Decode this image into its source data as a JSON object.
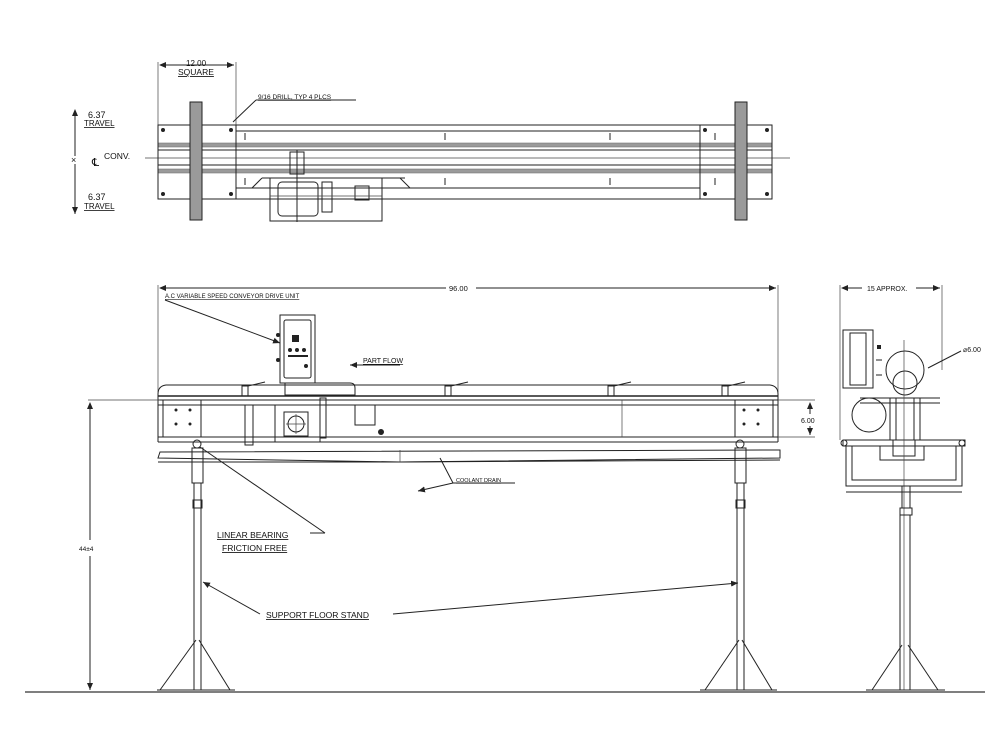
{
  "drawing": {
    "title": "AC Variable Speed Conveyor with Support Floor Stands",
    "views": [
      "top-view",
      "front-elevation",
      "end-view"
    ]
  },
  "top_view": {
    "dim_square_value": "12.00",
    "dim_square_label": "SQUARE",
    "drill_note": "9/16 DRILL, TYP 4 PLCS",
    "travel_top_value": "6.37",
    "travel_top_label": "TRAVEL",
    "travel_bottom_value": "6.37",
    "travel_bottom_label": "TRAVEL",
    "centerline_symbol": "℄",
    "centerline_label": "CONV."
  },
  "front_view": {
    "overall_length": "96.00",
    "drive_unit_label": "A.C VARIABLE SPEED CONVEYOR DRIVE UNIT",
    "part_flow_label": "PART FLOW",
    "belt_height_dim": "6.00",
    "coolant_drain_label": "COOLANT DRAIN",
    "height_dim": "44±4",
    "linear_bearing_line1": "LINEAR BEARING",
    "linear_bearing_line2": "FRICTION FREE",
    "support_stand_label": "SUPPORT FLOOR STAND"
  },
  "end_view": {
    "width_dim": "15 APPROX.",
    "pulley_dia": "⌀6.00"
  },
  "colors": {
    "line": "#222222",
    "background": "#ffffff",
    "fill_gray": "#9a9a9a"
  }
}
